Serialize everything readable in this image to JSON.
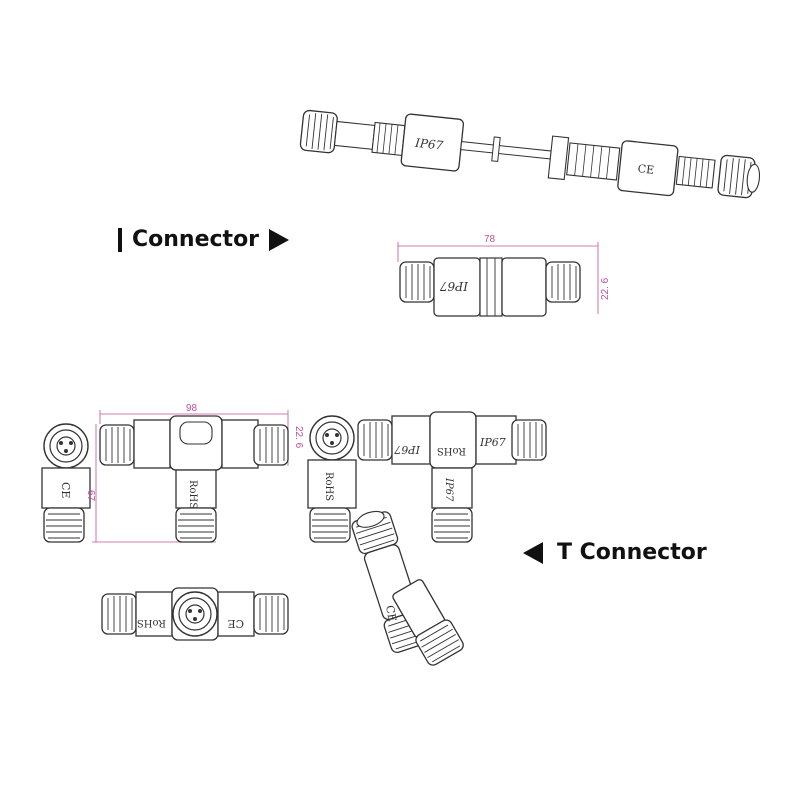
{
  "labels": {
    "connector": "Connector",
    "t_connector": "T Connector"
  },
  "dimensions": {
    "straight_length": "78",
    "straight_diameter": "22. 6",
    "t_length": "98",
    "t_diameter": "22. 6",
    "t_height": "67"
  },
  "markings": {
    "ip_rating": "IP67",
    "rohs": "RoHS",
    "ce": "CE"
  },
  "colors": {
    "line": "#333333",
    "dimension": "#c0509a",
    "label": "#111111"
  }
}
